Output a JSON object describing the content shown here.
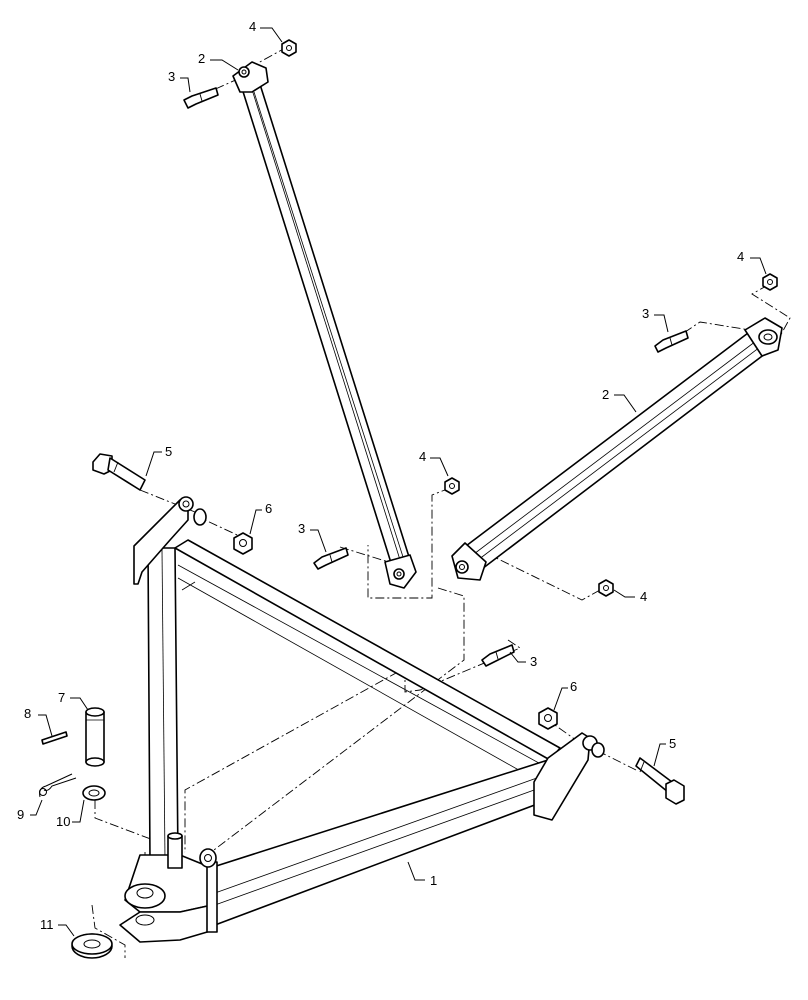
{
  "callouts": {
    "c1": "1",
    "c2a": "2",
    "c2b": "2",
    "c3a": "3",
    "c3b": "3",
    "c3c": "3",
    "c3d": "3",
    "c4a": "4",
    "c4b": "4",
    "c4c": "4",
    "c4d": "4",
    "c5a": "5",
    "c5b": "5",
    "c6a": "6",
    "c6b": "6",
    "c7": "7",
    "c8": "8",
    "c9": "9",
    "c10": "10",
    "c11": "11"
  },
  "colors": {
    "line": "#000000",
    "background": "#ffffff"
  }
}
